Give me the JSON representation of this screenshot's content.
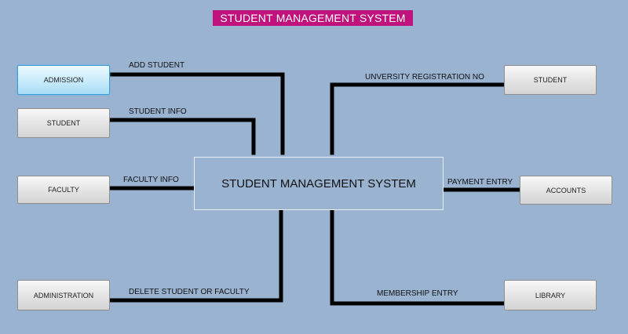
{
  "header": {
    "title": "STUDENT MANAGEMENT SYSTEM"
  },
  "center": {
    "label": "STUDENT MANAGEMENT SYSTEM"
  },
  "left_nodes": {
    "admission": "ADMISSION",
    "student": "STUDENT",
    "faculty": "FACULTY",
    "administration": "ADMINISTRATION"
  },
  "right_nodes": {
    "student": "STUDENT",
    "accounts": "ACCOUNTS",
    "library": "LIBRARY"
  },
  "flows": {
    "add_student": "ADD STUDENT",
    "student_info": "STUDENT INFO",
    "faculty_info": "FACULTY INFO",
    "delete_student_or_faculty": "DELETE STUDENT OR FACULTY",
    "university_registration_no": "UNVERSITY REGISTRATION NO",
    "payment_entry": "PAYMENT ENTRY",
    "membership_entry": "MEMBERSHIP ENTRY"
  },
  "colors": {
    "background": "#9ab3d1",
    "title_background": "#c0127d",
    "connector": "#000000",
    "active_button": "#a9dcf5"
  }
}
